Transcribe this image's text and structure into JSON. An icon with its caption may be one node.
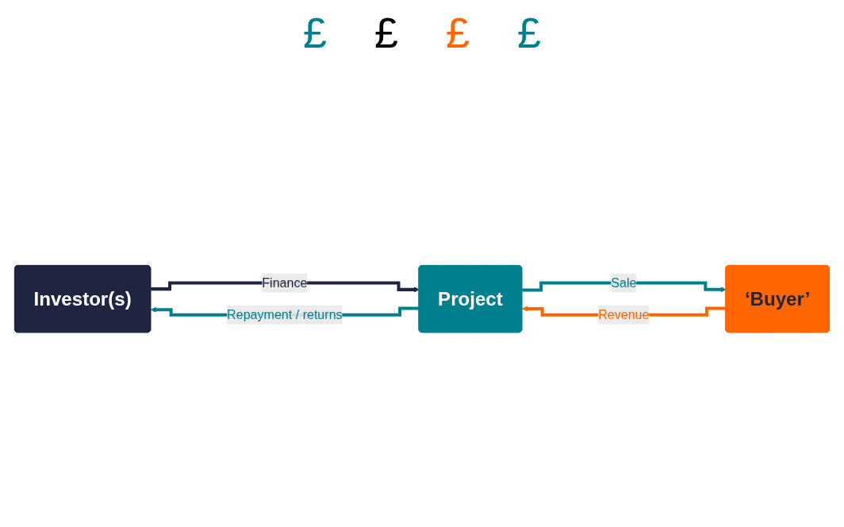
{
  "diagram": {
    "nodes": [
      {
        "text": [
          "Investor(s)"
        ]
      },
      {
        "text": [
          "Project"
        ]
      },
      {
        "text": [
          "‘Buyer’"
        ]
      }
    ],
    "edges": [
      {
        "from": 0,
        "to": 1,
        "arrow": "to",
        "label": "Finance",
        "color": "#1f2440"
      },
      {
        "from": 1,
        "to": 0,
        "arrow": "to",
        "label": "Repayment / returns",
        "color": "#00808f"
      },
      {
        "from": 1,
        "to": 2,
        "arrow": "to",
        "label": "Sale",
        "color": "#00808f"
      },
      {
        "from": 2,
        "to": 1,
        "arrow": "to",
        "label": "Revenue",
        "color": "#ff6600"
      }
    ],
    "labels": [
      "£",
      "£",
      "£",
      "£"
    ]
  }
}
